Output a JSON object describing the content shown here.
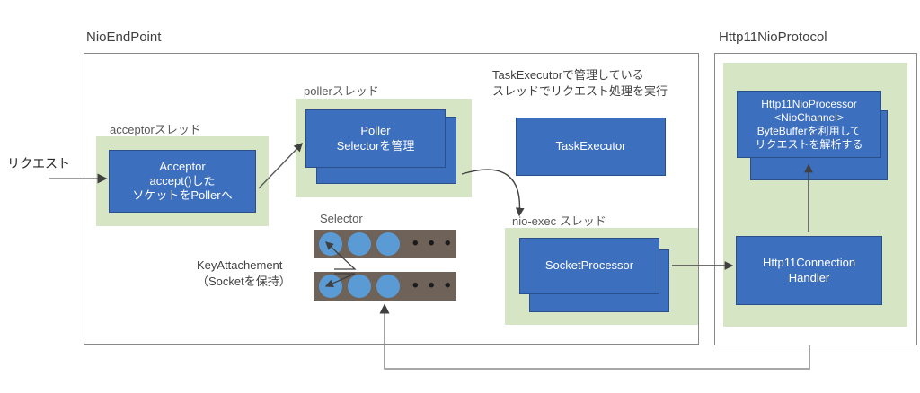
{
  "diagram": {
    "containers": [
      {
        "id": "nioendpoint",
        "title": "NioEndPoint"
      },
      {
        "id": "http11nioprotocol",
        "title": "Http11NioProtocol"
      }
    ],
    "thread_panels": [
      {
        "id": "acceptor-thread",
        "label": "acceptorスレッド"
      },
      {
        "id": "poller-thread",
        "label": "pollerスレッド"
      },
      {
        "id": "nio-exec-thread",
        "label": "nio-exec スレッド"
      },
      {
        "id": "protocol-panel",
        "label": ""
      }
    ],
    "boxes": [
      {
        "id": "acceptor",
        "lines": [
          "Acceptor",
          "accept()した",
          "ソケットをPollerへ"
        ]
      },
      {
        "id": "poller",
        "lines": [
          "Poller",
          "Selectorを管理"
        ]
      },
      {
        "id": "task-executor",
        "lines": [
          "TaskExecutor"
        ]
      },
      {
        "id": "socket-processor",
        "lines": [
          "SocketProcessor"
        ]
      },
      {
        "id": "http11nioprocessor",
        "lines": [
          "Http11NioProcessor",
          "<NioChannel>",
          "ByteBufferを利用して",
          "リクエストを解析する"
        ]
      },
      {
        "id": "http11connectionhandler",
        "lines": [
          "Http11Connection",
          "Handler"
        ]
      }
    ],
    "annotations": [
      {
        "id": "request-label",
        "text": "リクエスト"
      },
      {
        "id": "taskexecutor-note",
        "text": "TaskExecutorで管理している\nスレッドでリクエスト処理を実行"
      },
      {
        "id": "selector-label",
        "text": "Selector"
      },
      {
        "id": "keyattachement-note",
        "text": "KeyAttachement\n（Socketを保持）"
      }
    ],
    "selector_bars": [
      {
        "id": "selector-bar-1",
        "circles": 3,
        "ellipsis": "• • •"
      },
      {
        "id": "selector-bar-2",
        "circles": 3,
        "ellipsis": "• • •"
      }
    ],
    "colors": {
      "blue_box": "#3d6fbf",
      "green_panel": "#d6e6c4",
      "selector_bar": "#6e6259",
      "selector_circle": "#5b9bd5",
      "border": "#888888",
      "text": "#404040"
    }
  }
}
